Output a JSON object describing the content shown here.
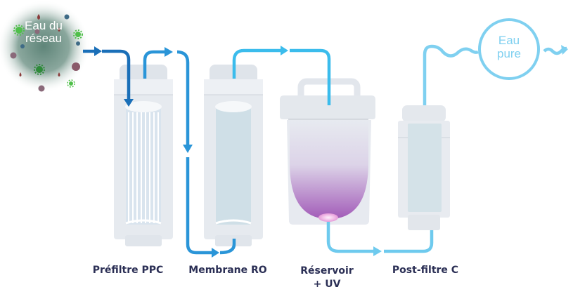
{
  "source": {
    "line1": "Eau du",
    "line2": "réseau"
  },
  "output": {
    "line1": "Eau",
    "line2": "pure"
  },
  "stages": [
    {
      "label": "Préfiltre PPC"
    },
    {
      "label": "Membrane RO"
    },
    {
      "label": "Réservoir",
      "label2": "+ UV"
    },
    {
      "label": "Post-filtre C"
    }
  ],
  "colors": {
    "dark_pipe": "#1a6fb8",
    "mid_pipe": "#2a95d8",
    "light_pipe": "#3bbcec",
    "pure_pipe": "#7fd0f0",
    "housing": "#e6eaef",
    "label": "#2b2f55",
    "uv": "#a25bb8"
  }
}
